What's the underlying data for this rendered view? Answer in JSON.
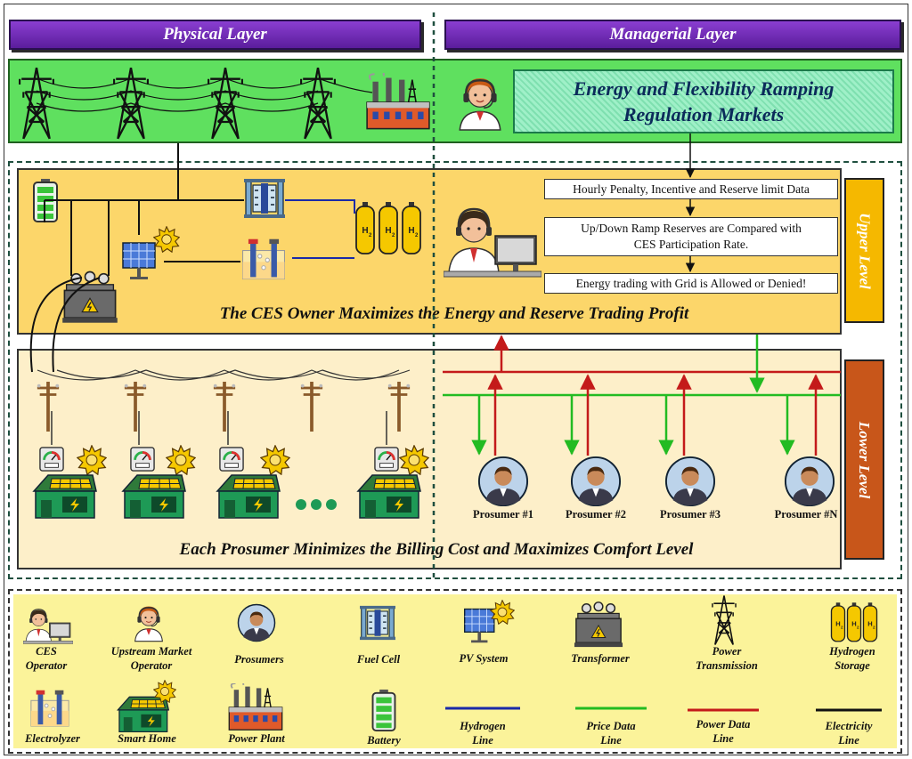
{
  "header": {
    "physical_layer": "Physical Layer",
    "managerial_layer": "Managerial Layer"
  },
  "market": {
    "title_line1": "Energy and Flexibility Ramping",
    "title_line2": "Regulation Markets"
  },
  "upper": {
    "box1": "Hourly Penalty, Incentive and Reserve limit Data",
    "box2_line1": "Up/Down Ramp Reserves are Compared with",
    "box2_line2": "CES Participation Rate.",
    "box3": "Energy trading with Grid is Allowed or Denied!",
    "banner": "The CES Owner Maximizes the Energy and Reserve Trading Profit",
    "level_label": "Upper Level"
  },
  "lower": {
    "banner": "Each Prosumer Minimizes the Billing Cost and Maximizes Comfort Level",
    "level_label": "Lower Level",
    "prosumers": [
      "Prosumer #1",
      "Prosumer #2",
      "Prosumer #3",
      "Prosumer #N"
    ]
  },
  "legend": {
    "row1": [
      {
        "l1": "CES",
        "l2": "Operator",
        "icon": "ces-operator-icon"
      },
      {
        "l1": "Upstream Market",
        "l2": "Operator",
        "icon": "market-operator-icon"
      },
      {
        "l1": "Prosumers",
        "l2": "",
        "icon": "prosumer-icon"
      },
      {
        "l1": "Fuel Cell",
        "l2": "",
        "icon": "fuel-cell-icon"
      },
      {
        "l1": "PV System",
        "l2": "",
        "icon": "pv-system-icon"
      },
      {
        "l1": "Transformer",
        "l2": "",
        "icon": "transformer-icon"
      },
      {
        "l1": "Power",
        "l2": "Transmission",
        "icon": "transmission-tower-icon"
      },
      {
        "l1": "Hydrogen",
        "l2": "Storage",
        "icon": "hydrogen-storage-icon"
      }
    ],
    "row2": [
      {
        "l1": "Electrolyzer",
        "l2": "",
        "icon": "electrolyzer-icon"
      },
      {
        "l1": "Smart Home",
        "l2": "",
        "icon": "smart-home-icon"
      },
      {
        "l1": "Power Plant",
        "l2": "",
        "icon": "power-plant-icon"
      },
      {
        "l1": "Battery",
        "l2": "",
        "icon": "battery-icon"
      },
      {
        "l1": "Hydrogen",
        "l2": "Line",
        "icon": "hydrogen-line-icon"
      },
      {
        "l1": "Price Data",
        "l2": "Line",
        "icon": "price-data-line-icon"
      },
      {
        "l1": "Power Data",
        "l2": "Line",
        "icon": "power-data-line-icon"
      },
      {
        "l1": "Electricity",
        "l2": "Line",
        "icon": "electricity-line-icon"
      }
    ]
  },
  "colors": {
    "price_line": "#22bb22",
    "power_line": "#c41a1a",
    "hydrogen_line": "#1a2aa8",
    "electricity_line": "#111111",
    "upper_level": "#f5b800",
    "lower_level": "#c8561a"
  }
}
